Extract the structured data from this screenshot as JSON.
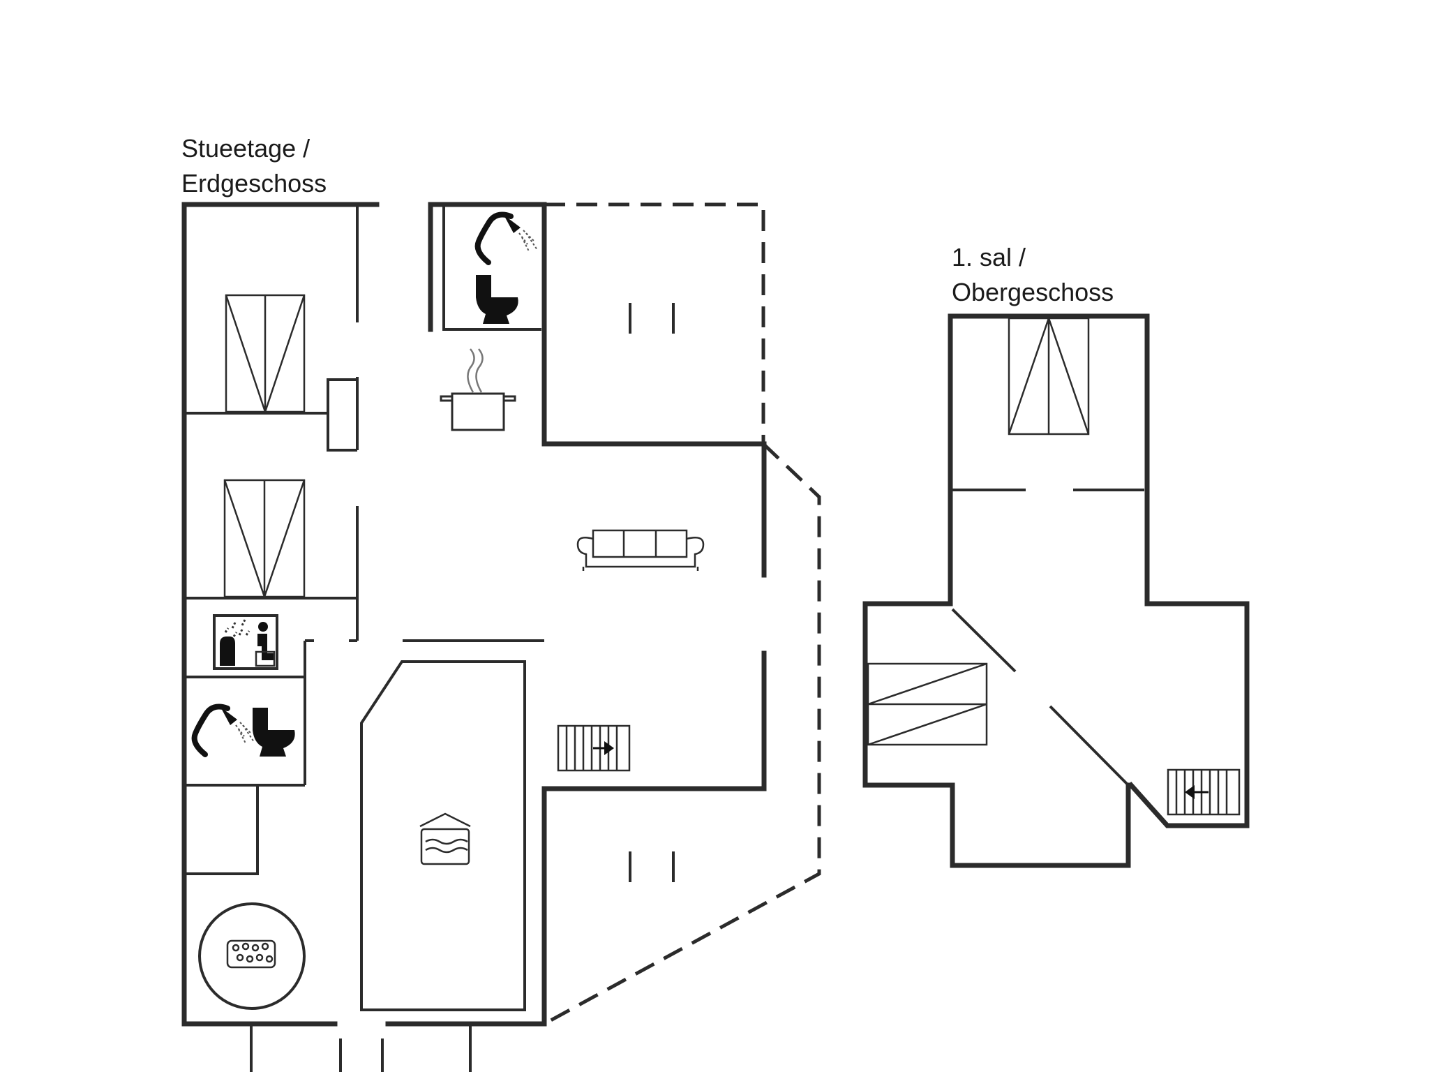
{
  "ground_floor": {
    "title_line1": "Stueetage /",
    "title_line2": "Erdgeschoss"
  },
  "upper_floor": {
    "title_line1": "1. sal /",
    "title_line2": "Obergeschoss"
  },
  "colors": {
    "wall": "#2b2b2b",
    "background": "#ffffff",
    "steam": "#777777"
  },
  "icons": [
    "shower-icon",
    "toilet-icon",
    "cooking-pot-icon",
    "sofa-icon",
    "sauna-icon",
    "pool-icon",
    "whirlpool-icon",
    "stairs-up-icon",
    "stairs-down-icon",
    "double-bed-icon"
  ]
}
